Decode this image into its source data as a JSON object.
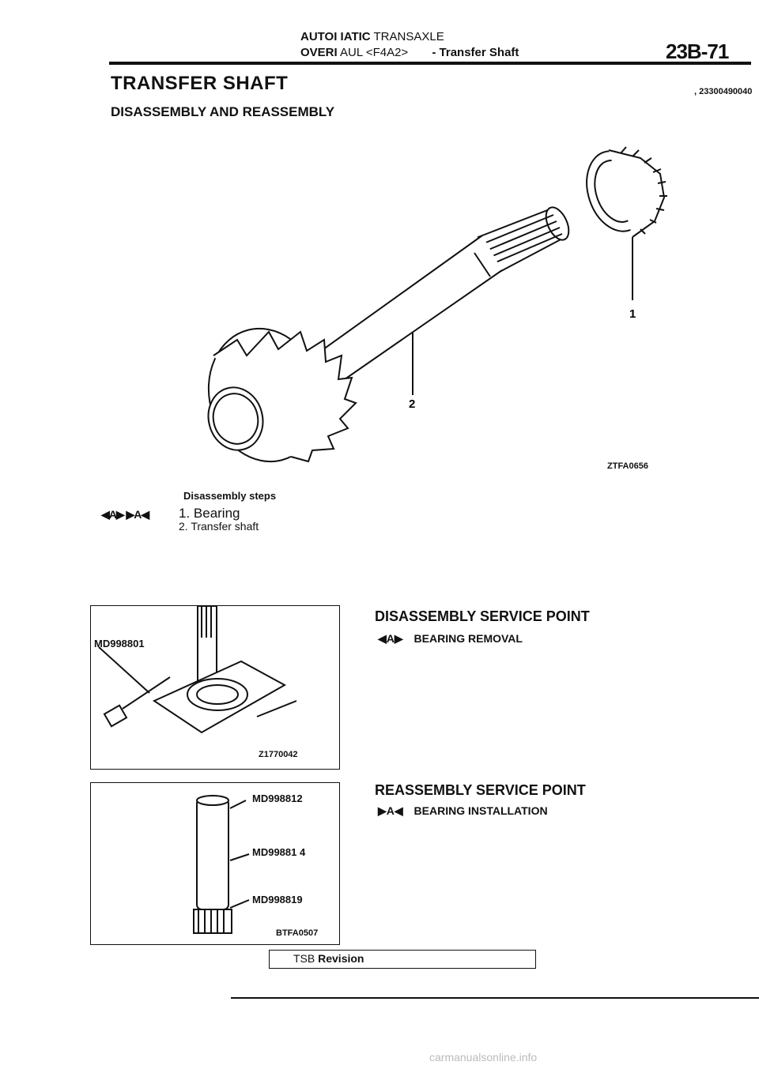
{
  "header": {
    "line1_bold": "AUTOI IATIC",
    "line1_rest": "TRANSAXLE",
    "line2_bold": "OVERI",
    "line2_rest": "AUL <F4A2>",
    "line2_section": "- Transfer Shaft",
    "page_number": "23B-71"
  },
  "title": "TRANSFER SHAFT",
  "subtitle": "DISASSEMBLY AND REASSEMBLY",
  "top_code": ", 23300490040",
  "main_figure": {
    "callout_1": "1",
    "callout_2": "2",
    "figure_code": "ZTFA0656"
  },
  "steps": {
    "heading": "Disassembly steps",
    "markers": "◀A▶ ▶A◀",
    "items": [
      "1. Bearing",
      "2. Transfer shaft"
    ]
  },
  "figure_removal": {
    "tool": "MD998801",
    "figure_code": "Z1770042"
  },
  "figure_install": {
    "tools": [
      "MD998812",
      "MD99881 4",
      "MD998819"
    ],
    "figure_code": "BTFA0507"
  },
  "disassembly_point": {
    "heading": "DISASSEMBLY SERVICE POINT",
    "marker": "◀A▶",
    "item": "BEARING REMOVAL"
  },
  "reassembly_point": {
    "heading": "REASSEMBLY SERVICE POINT",
    "marker": "▶A◀",
    "item": "BEARING INSTALLATION"
  },
  "footer": {
    "tsb_prefix": "TSB",
    "tsb_label": "Revision"
  },
  "watermark": "carmanualsonline.info"
}
